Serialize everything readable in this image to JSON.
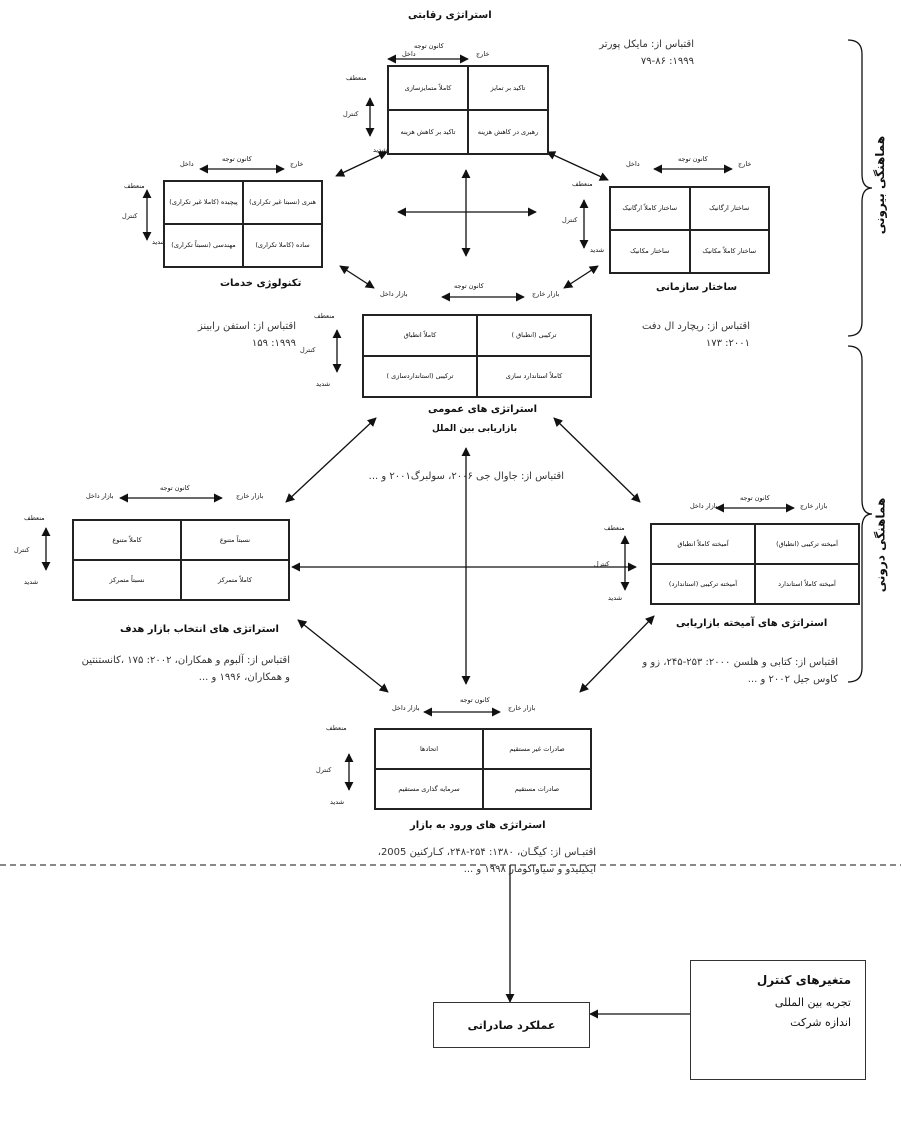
{
  "top_title": "استراتژی رقابتی",
  "porter_cite": "اقتباس از: مایکل پورتر ۱۹۹۹: ۸۶-۷۹",
  "side_labels": {
    "structural": "هماهنگی بیرونی",
    "internal": "هماهنگی درونی"
  },
  "axis": {
    "focus": "کانون توجه",
    "external": "خارج",
    "internal": "داخل",
    "ext_market": "بازار خارج",
    "int_market": "بازار داخل",
    "control": "کنترل",
    "flexible": "منعطف",
    "strict": "شدید"
  },
  "competitive": {
    "cells": [
      "کاملاً متمایزسازی",
      "تاکید بر  تمایز",
      "تاکید بر کاهش هزینه",
      "رهبری در کاهش هزینه"
    ]
  },
  "technology": {
    "title": "تکنولوژی خدمات",
    "cells": [
      "پیچیده (کاملا غیر تکراری)",
      "هنری (نسبتا غیر تکراری)",
      "مهندسی (نسبتاً تکراری)",
      "ساده (کاملا تکراری)"
    ],
    "cite": "اقتباس از: استفن رابینز ۱۹۹۹: ۱۵۹"
  },
  "organization": {
    "title": "ساختار سازمانی",
    "cells": [
      "ساختار کاملاً ارگانیک",
      "ساختار ارگانیک",
      "ساختار مکانیک",
      "ساختار کاملاً مکانیک"
    ],
    "cite": "اقتباس از: ریچارد ال دفت ۲۰۰۱: ۱۷۳"
  },
  "general": {
    "title": "استراتژی های عمومی",
    "subtitle": "بازاریابی بین الملل",
    "cells": [
      "کاملاً انطباق",
      "ترکیبی (انطباق )",
      "ترکیبی (استانداردسازی )",
      "کاملاً استاندارد سازی"
    ],
    "cite": "اقتباس از: جاوال جی ۲۰۰۶، سولبرگ۲۰۰۱ و ..."
  },
  "target": {
    "title": "استراتژی های انتخاب بازار هدف",
    "cells": [
      "کاملاً متنوع",
      "نسبتاً متنوع",
      "نسبتاً متمرکز",
      "کاملاً متمرکز"
    ],
    "cite": "اقتباس از: آلبوم و همکاران، ۲۰۰۲: ۱۷۵ ،کانستنتین و همکاران، ۱۹۹۶ و ..."
  },
  "mix": {
    "title": "استراتژی های آمیخته بازاریابی",
    "cells": [
      "آمیخته کاملاً انطباق",
      "آمیخته ترکیبی (انطباق)",
      "آمیخته ترکیبی (استاندارد)",
      "آمیخته کاملاً استاندارد"
    ],
    "cite": "اقتباس از: کتابی و هلسن ۲۰۰۰: ۲۵۳-۲۴۵، زو و کاوس جیل ۲۰۰۲ و ..."
  },
  "entry": {
    "title": "استراتژی های ورود به بازار",
    "cells": [
      "اتحادها",
      "صادرات غیر مستقیم",
      "سرمایه گذاری مستقیم",
      "صادرات مستقیم"
    ],
    "cite": "اقتبـاس از: کیگـان، ۱۳۸۰: ۲۵۴-۲۴۸، کـارکنین 2005، ایکیلیدو و سیاواکومار ۱۹۹۸ و ..."
  },
  "performance": "عملکرد صادراتی",
  "control_vars": {
    "title": "متغیرهای کنترل",
    "items": [
      "تجربه بین المللی",
      "اندازه شرکت"
    ]
  }
}
